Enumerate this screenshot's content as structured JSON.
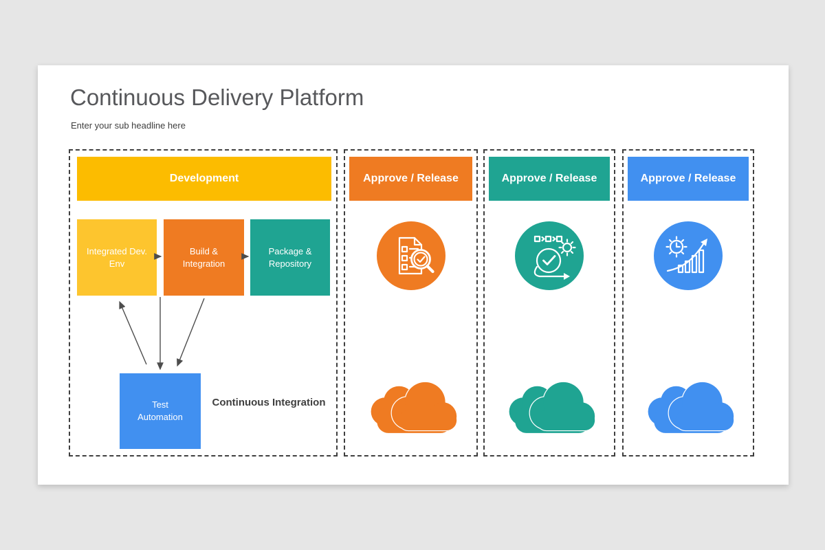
{
  "slide": {
    "title": "Continuous Delivery Platform",
    "subtitle": "Enter your sub headline here"
  },
  "colors": {
    "background": "#E6E6E6",
    "card": "#FFFFFF",
    "yellow_header": "#FCBC00",
    "yellow_box": "#FDC52E",
    "orange": "#EF7B22",
    "teal": "#1FA492",
    "blue": "#4190F0",
    "title_text": "#57585B",
    "caption_text": "#3F3F3F",
    "dashed_border": "#3F3F3F",
    "arrow": "#4D4D4D"
  },
  "columns": {
    "development": {
      "header": "Development",
      "header_accent": "#FCBC00",
      "boxes": [
        {
          "label": "Integrated Dev. Env",
          "accent": "#FDC52E"
        },
        {
          "label": "Build & Integration",
          "accent": "#EF7B22"
        },
        {
          "label": "Package & Repository",
          "accent": "#1FA492"
        }
      ],
      "test_box": {
        "label": "Test Automation",
        "accent": "#4190F0"
      },
      "caption": "Continuous Integration"
    },
    "approve1": {
      "header": "Approve / Release",
      "accent": "#EF7B22",
      "icon": "checklist-search-icon",
      "cloud_icon": "cloud-icon"
    },
    "approve2": {
      "header": "Approve / Release",
      "accent": "#1FA492",
      "icon": "agile-sprint-icon",
      "cloud_icon": "cloud-icon"
    },
    "approve3": {
      "header": "Approve / Release",
      "accent": "#4190F0",
      "icon": "growth-chart-icon",
      "cloud_icon": "cloud-icon"
    }
  }
}
